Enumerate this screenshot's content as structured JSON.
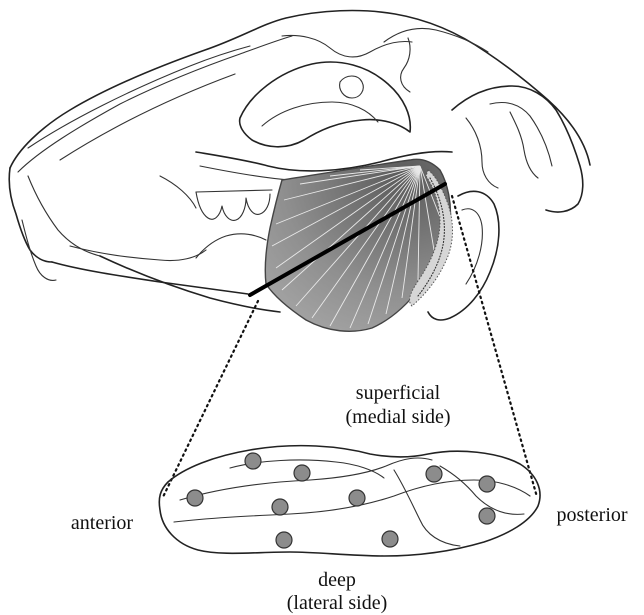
{
  "labels": {
    "superficial": "superficial",
    "medial_side": "(medial side)",
    "anterior": "anterior",
    "posterior": "posterior",
    "deep": "deep",
    "lateral_side": "(lateral side)"
  },
  "colors": {
    "muscle_fill": "#8a8a8a",
    "dot_fill": "#8c8c8c",
    "line": "#000000"
  }
}
